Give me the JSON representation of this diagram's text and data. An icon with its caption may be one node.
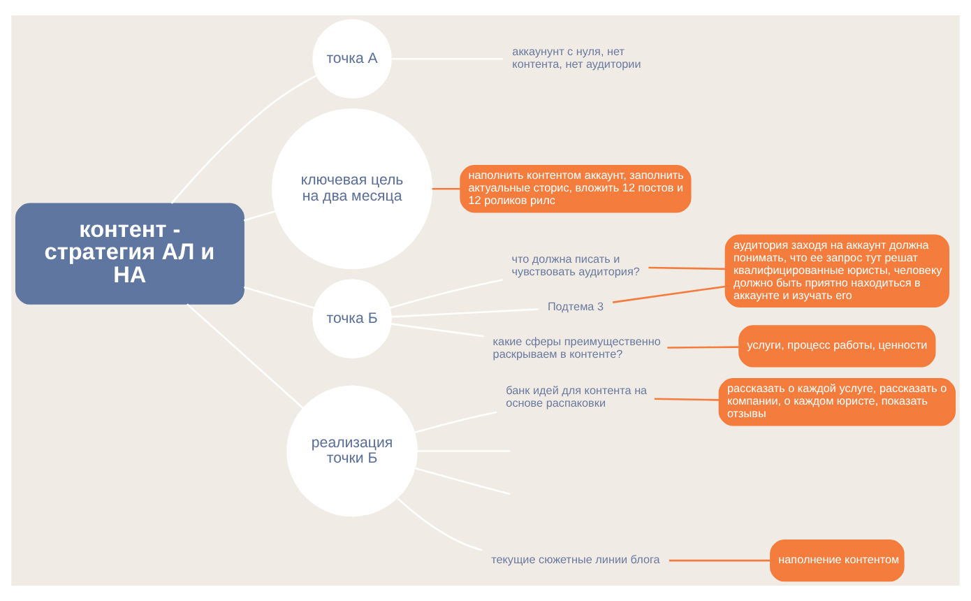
{
  "diagram": {
    "nodes": [
      {
        "text": [
          "контент - стратегия АЛ и НА"
        ]
      },
      {
        "text": [
          "точка А"
        ]
      },
      {
        "text": [
          "аккаунунт с нуля, нет контента, нет аудитории"
        ]
      },
      {
        "text": [
          "ключевая цель на два месяца"
        ]
      },
      {
        "text": [
          "наполнить контентом аккаунт, заполнить актуальные сторис, вложить 12 постов и 12 роликов рилс"
        ]
      },
      {
        "text": [
          "точка Б"
        ]
      },
      {
        "text": [
          "что должна писать и чувствовать аудитория?"
        ]
      },
      {
        "text": [
          "Подтема 3"
        ]
      },
      {
        "text": [
          "какие сферы преимущественно раскрываем в контенте?"
        ]
      },
      {
        "text": [
          "аудитория заходя на аккаунт должна понимать, что ее запрос тут решат квалифицированные юристы, человеку должно быть приятно находиться в аккаунте и изучать его"
        ]
      },
      {
        "text": [
          "услуги, процесс работы, ценности"
        ]
      },
      {
        "text": [
          "реализация точки Б"
        ]
      },
      {
        "text": [
          "банк идей для контента на основе распаковки"
        ]
      },
      {
        "text": [
          "рассказать о каждой услуге, рассказать о компании, о каждом юристе, показать отзывы"
        ]
      },
      {
        "text": [
          "текущие сюжетные линии блога"
        ]
      },
      {
        "text": [
          "наполнение контентом"
        ]
      }
    ],
    "edges": [
      {
        "from": 0,
        "to": 1,
        "arrow": "none"
      },
      {
        "from": 0,
        "to": 3,
        "arrow": "none"
      },
      {
        "from": 0,
        "to": 5,
        "arrow": "none"
      },
      {
        "from": 0,
        "to": 11,
        "arrow": "none"
      },
      {
        "from": 1,
        "to": 2,
        "arrow": "none"
      },
      {
        "from": 3,
        "to": 4,
        "arrow": "none",
        "color": "#f47c3c"
      },
      {
        "from": 5,
        "to": 6,
        "arrow": "none"
      },
      {
        "from": 5,
        "to": 7,
        "arrow": "none"
      },
      {
        "from": 5,
        "to": 8,
        "arrow": "none"
      },
      {
        "from": 6,
        "to": 9,
        "arrow": "none",
        "color": "#f47c3c"
      },
      {
        "from": 7,
        "to": 9,
        "arrow": "none",
        "color": "#f47c3c"
      },
      {
        "from": 8,
        "to": 10,
        "arrow": "none",
        "color": "#f47c3c"
      },
      {
        "from": 11,
        "to": 12,
        "arrow": "none"
      },
      {
        "from": 11,
        "to": null,
        "arrow": "none"
      },
      {
        "from": 11,
        "to": null,
        "arrow": "none"
      },
      {
        "from": 11,
        "to": 14,
        "arrow": "none"
      },
      {
        "from": 12,
        "to": 13,
        "arrow": "none",
        "color": "#f47c3c"
      },
      {
        "from": 14,
        "to": 15,
        "arrow": "none",
        "color": "#f47c3c"
      }
    ]
  }
}
